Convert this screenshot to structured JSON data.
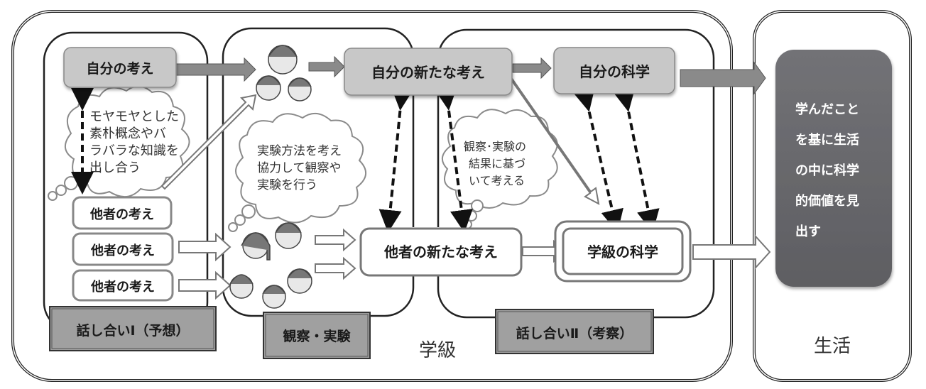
{
  "regions": {
    "class_label": "学級",
    "life_label": "生活"
  },
  "phases": [
    {
      "id": "discussion1",
      "label": "話し合いⅠ（予想）"
    },
    {
      "id": "experiment",
      "label": "観察・実験"
    },
    {
      "id": "discussion2",
      "label": "話し合いⅡ（考察）"
    }
  ],
  "nodes": {
    "own_idea": "自分の考え",
    "others_idea": "他者の考え",
    "own_new_idea": "自分の新たな考え",
    "others_new_idea": "他者の新たな考え",
    "own_science": "自分の科学",
    "class_science": "学級の科学"
  },
  "clouds": {
    "cloud1": [
      "モヤモヤとした",
      "素朴概念やバ",
      "ラバラな知識を",
      "出し合う"
    ],
    "cloud2": [
      "実験方法を考え",
      "協力して観察や",
      "実験を行う"
    ],
    "cloud3": [
      "観察･実験の",
      "結果に基づ",
      "いて考える"
    ]
  },
  "life_box": [
    "学んだこと",
    "を基に生活",
    "の中に科学",
    "的価値を見",
    "出す"
  ],
  "colors": {
    "node_gray": "#c8c8c8",
    "label_gray": "#a0a0a0",
    "arrow_gray": "#8a8a8a",
    "life_dark": "#636366"
  }
}
